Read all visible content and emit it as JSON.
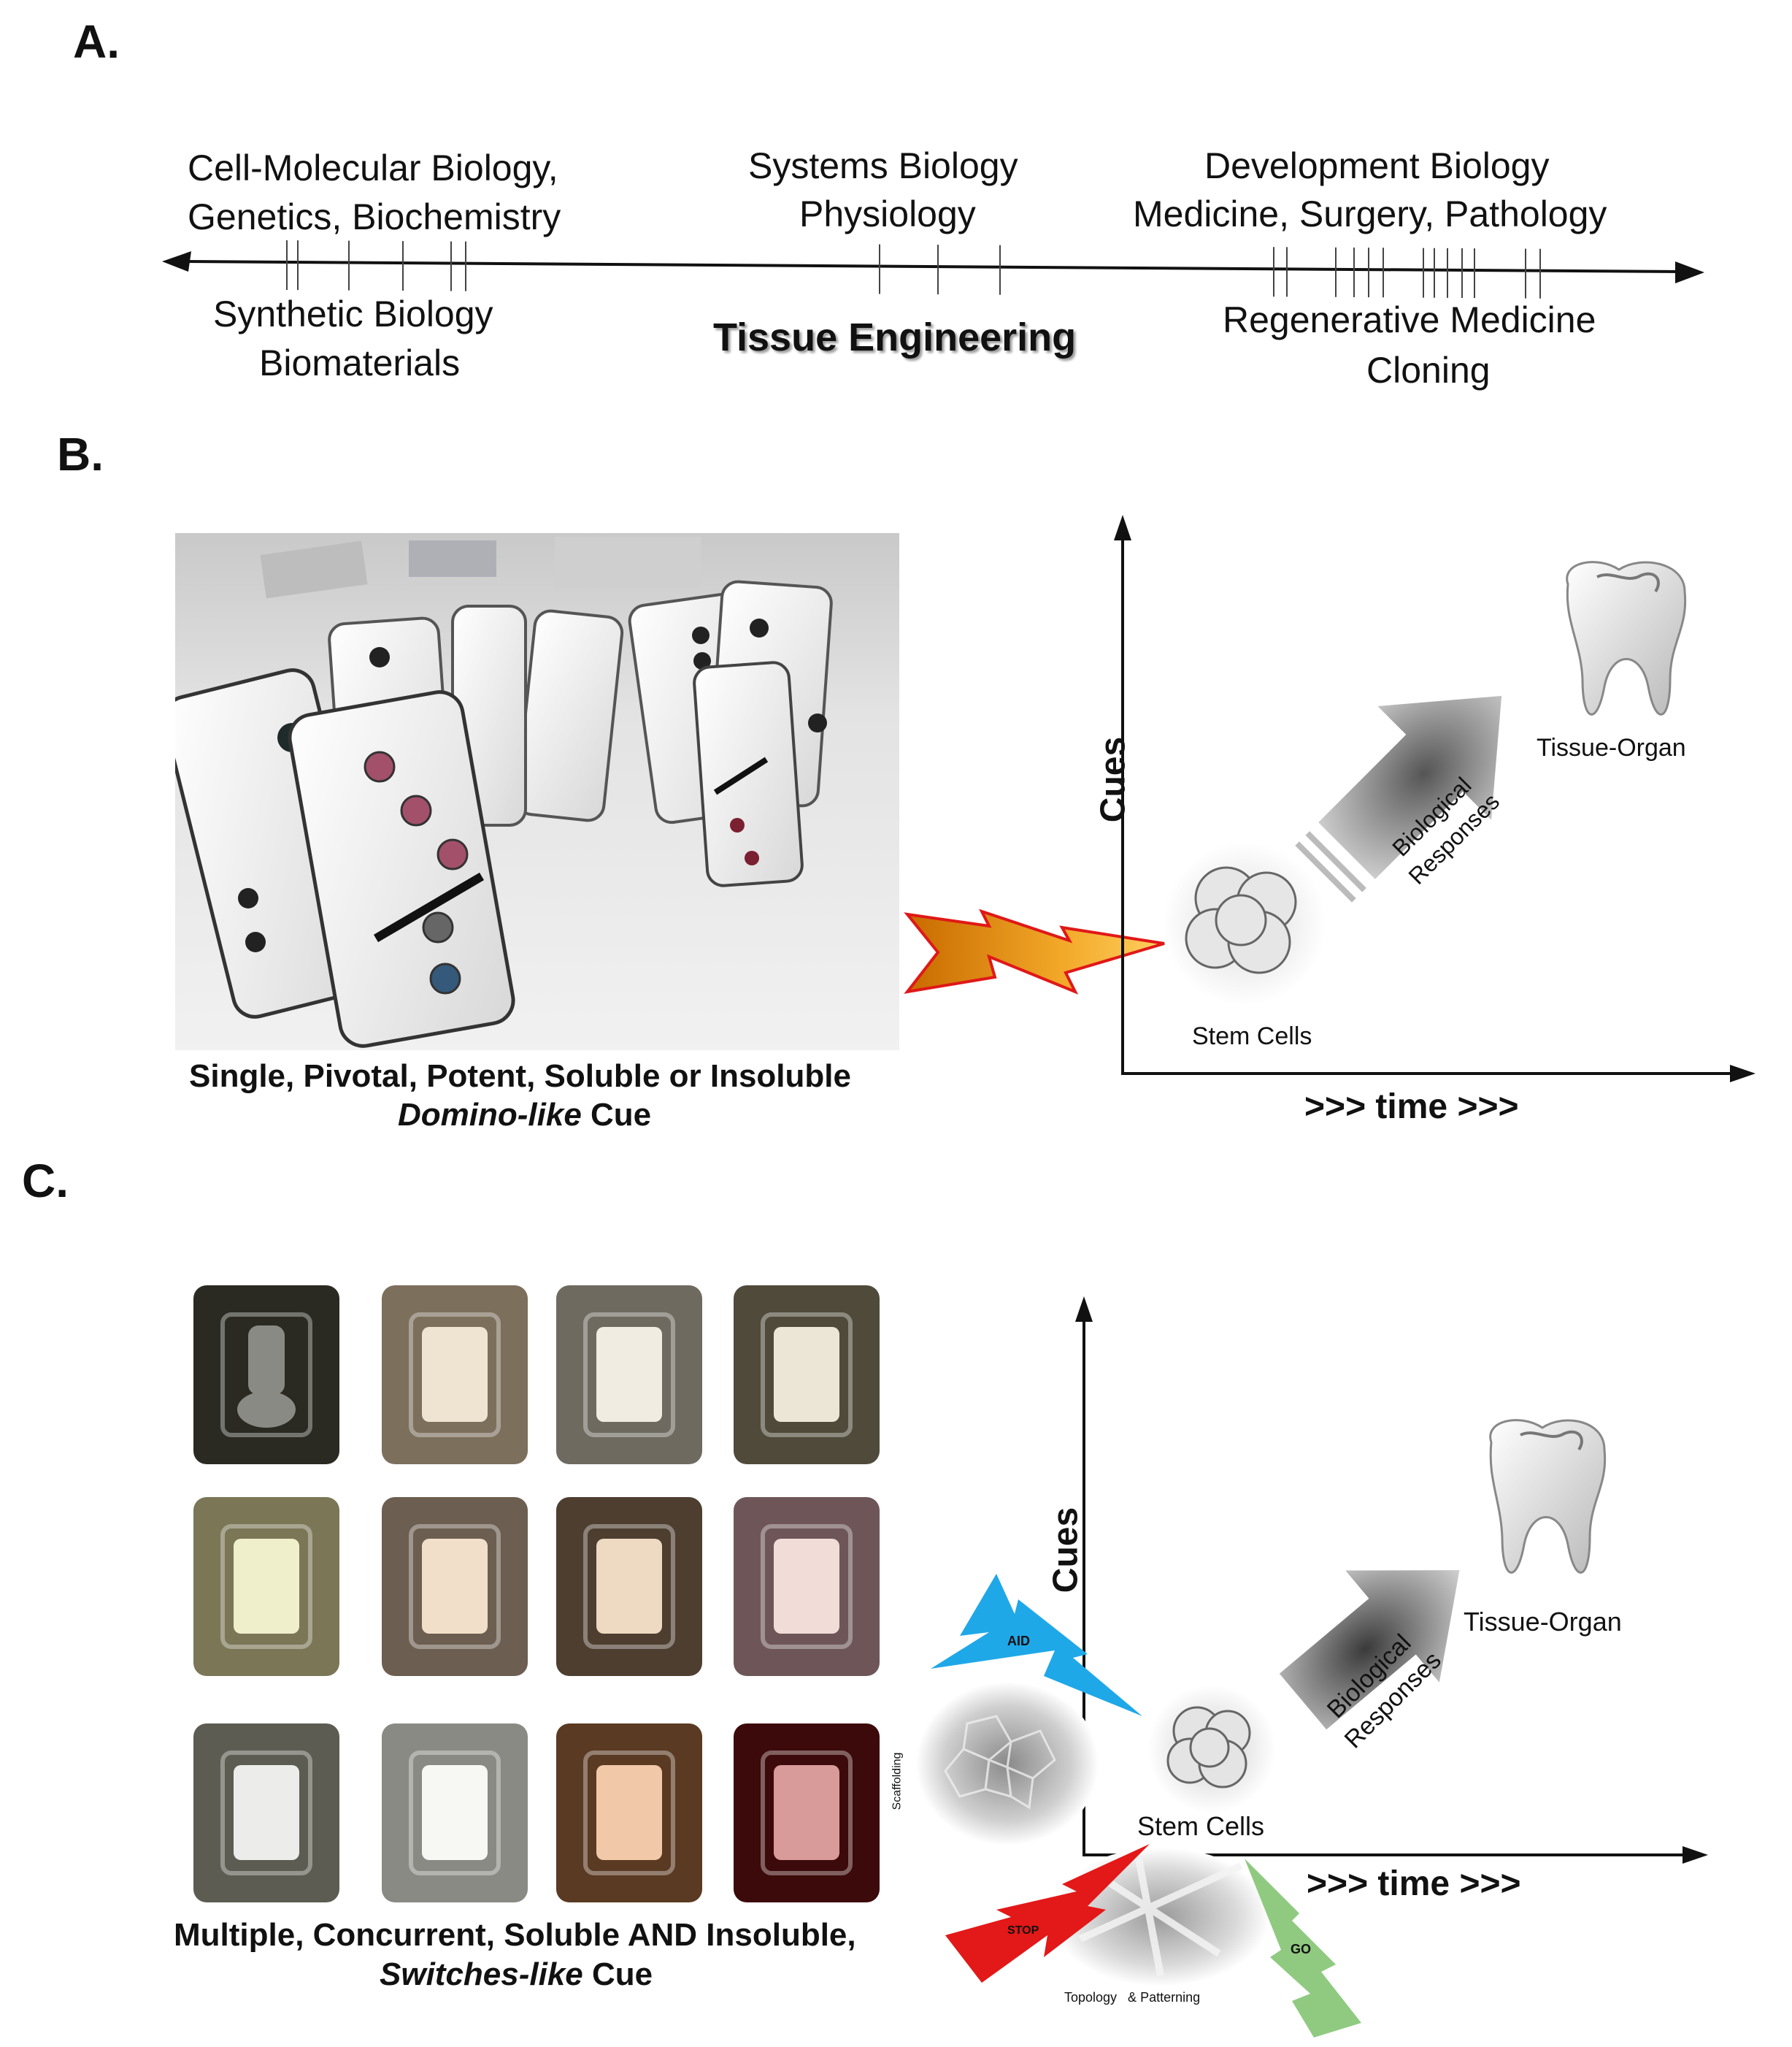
{
  "panel_a": {
    "label": "A.",
    "top_left": [
      "Cell-Molecular  Biology,",
      "Genetics, Biochemistry"
    ],
    "top_center": [
      "Systems Biology",
      "Physiology"
    ],
    "top_right": [
      "Development  Biology",
      "Medicine, Surgery,  Pathology"
    ],
    "bottom_left": [
      "Synthetic Biology",
      "Biomaterials"
    ],
    "bottom_center": "Tissue Engineering",
    "bottom_right": [
      "Regenerative  Medicine",
      "Cloning"
    ]
  },
  "panel_b": {
    "label": "B.",
    "caption_line1": "Single, Pivotal, Potent, Soluble or Insoluble",
    "caption_line2_italic": "Domino-like",
    "caption_line2_rest": " Cue",
    "y_axis": "Cues",
    "x_axis": ">>> time >>>",
    "stem_cells": "Stem Cells",
    "responses": [
      "Biological",
      "Responses"
    ],
    "tissue": "Tissue-Organ"
  },
  "panel_c": {
    "label": "C.",
    "caption_line1": "Multiple, Concurrent, Soluble AND Insoluble,",
    "caption_line2_italic": "Switches-like",
    "caption_line2_rest": " Cue",
    "y_axis": "Cues",
    "x_axis": ">>> time >>>",
    "stem_cells": "Stem Cells",
    "responses": [
      "Biological",
      "Responses"
    ],
    "tissue": "Tissue-Organ",
    "bolt_aid": "AID",
    "bolt_stop": "STOP",
    "bolt_go": "GO",
    "scaffolding": "Scaffolding",
    "topology": "Topology   & Patterning",
    "switch_tiles": [
      {
        "frame": "#2a2a22",
        "inner": "#8a8a84",
        "knob": true
      },
      {
        "frame": "#7c6f5c",
        "inner": "#efe4d2"
      },
      {
        "frame": "#6e6a60",
        "inner": "#f1ece2"
      },
      {
        "frame": "#4f4a3a",
        "inner": "#ece6d6"
      },
      {
        "frame": "#7a7656",
        "inner": "#f0efcc"
      },
      {
        "frame": "#6c5e50",
        "inner": "#f1dfca"
      },
      {
        "frame": "#4d3e30",
        "inner": "#eed9c2"
      },
      {
        "frame": "#6e5658",
        "inner": "#f2dcd8"
      },
      {
        "frame": "#5c5c52",
        "inner": "#ececea"
      },
      {
        "frame": "#8a8a84",
        "inner": "#f7f7f4"
      },
      {
        "frame": "#5a3a22",
        "inner": "#f1c8a8"
      },
      {
        "frame": "#3c0a0a",
        "inner": "#d99a9a"
      }
    ]
  },
  "colors": {
    "bolt_b_fill": "#f0a020",
    "bolt_b_stroke": "#e01818",
    "bolt_aid": "#1fa8e8",
    "bolt_stop": "#e31818",
    "bolt_go": "#8fca80"
  }
}
